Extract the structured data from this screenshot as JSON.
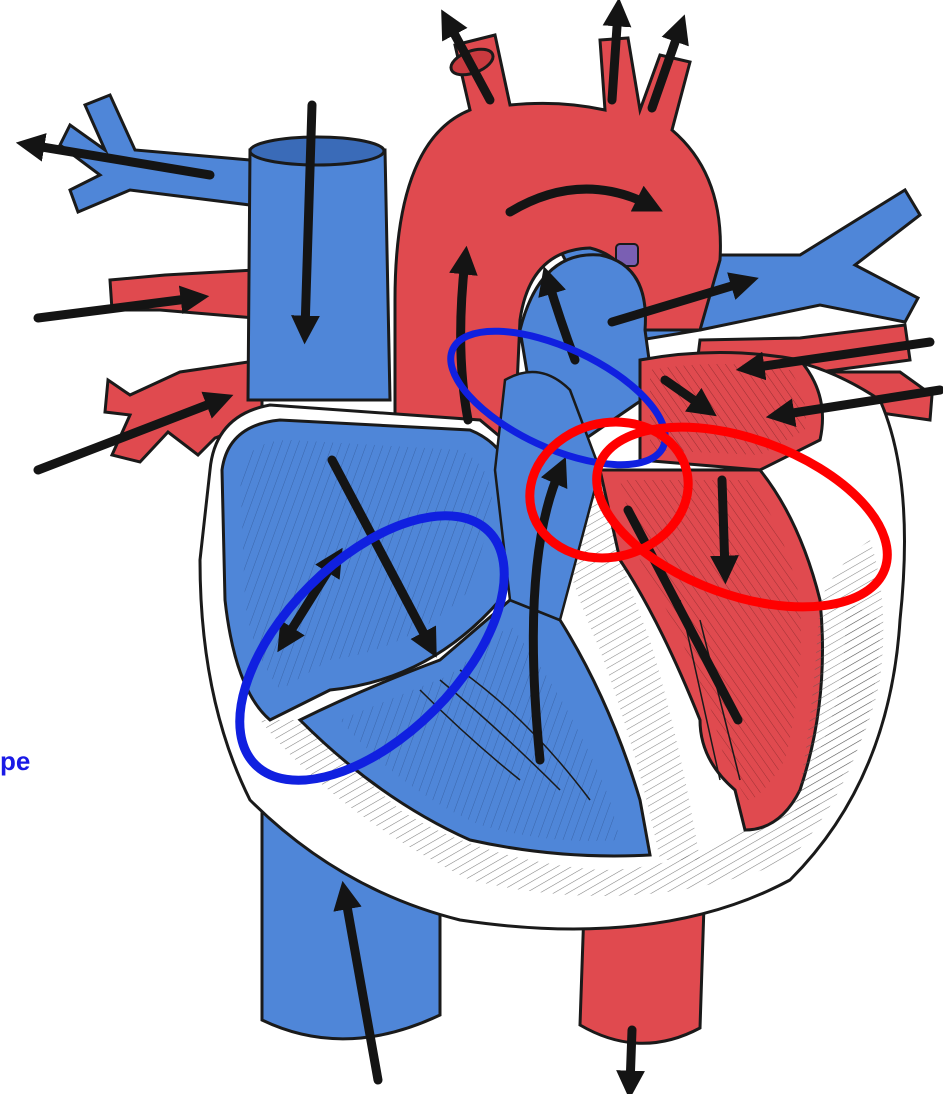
{
  "figure": {
    "edge_label": "pe",
    "colors": {
      "oxygenated": "#e04a4f",
      "deoxygenated": "#4f86d8",
      "outline": "#1a1a1a",
      "wall": "#ffffff",
      "flow_arrow": "#141414",
      "ring_blue": "#1020e0",
      "ring_red": "#ff0000",
      "label_text": "#1a1ae6",
      "ductus": "#7a5fb3"
    },
    "highlights": [
      {
        "name": "tricuspid-valve-ring",
        "color": "blue"
      },
      {
        "name": "pulmonary-valve-ring",
        "color": "blue"
      },
      {
        "name": "aortic-valve-ring",
        "color": "red"
      },
      {
        "name": "mitral-valve-ring",
        "color": "red"
      }
    ]
  }
}
